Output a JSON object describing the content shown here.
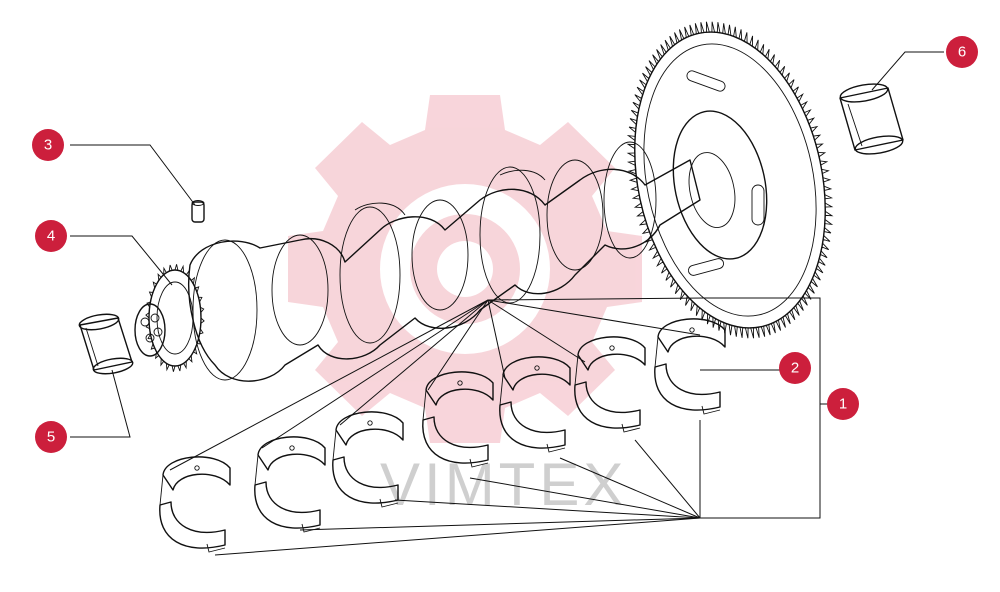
{
  "diagram": {
    "watermark_text": "VIMTEX",
    "watermark_color": "#f2b3bd",
    "callout_color": "#cc1f3c",
    "callouts": [
      {
        "id": "1",
        "label": "1"
      },
      {
        "id": "2",
        "label": "2"
      },
      {
        "id": "3",
        "label": "3"
      },
      {
        "id": "4",
        "label": "4"
      },
      {
        "id": "5",
        "label": "5"
      },
      {
        "id": "6",
        "label": "6"
      }
    ]
  }
}
